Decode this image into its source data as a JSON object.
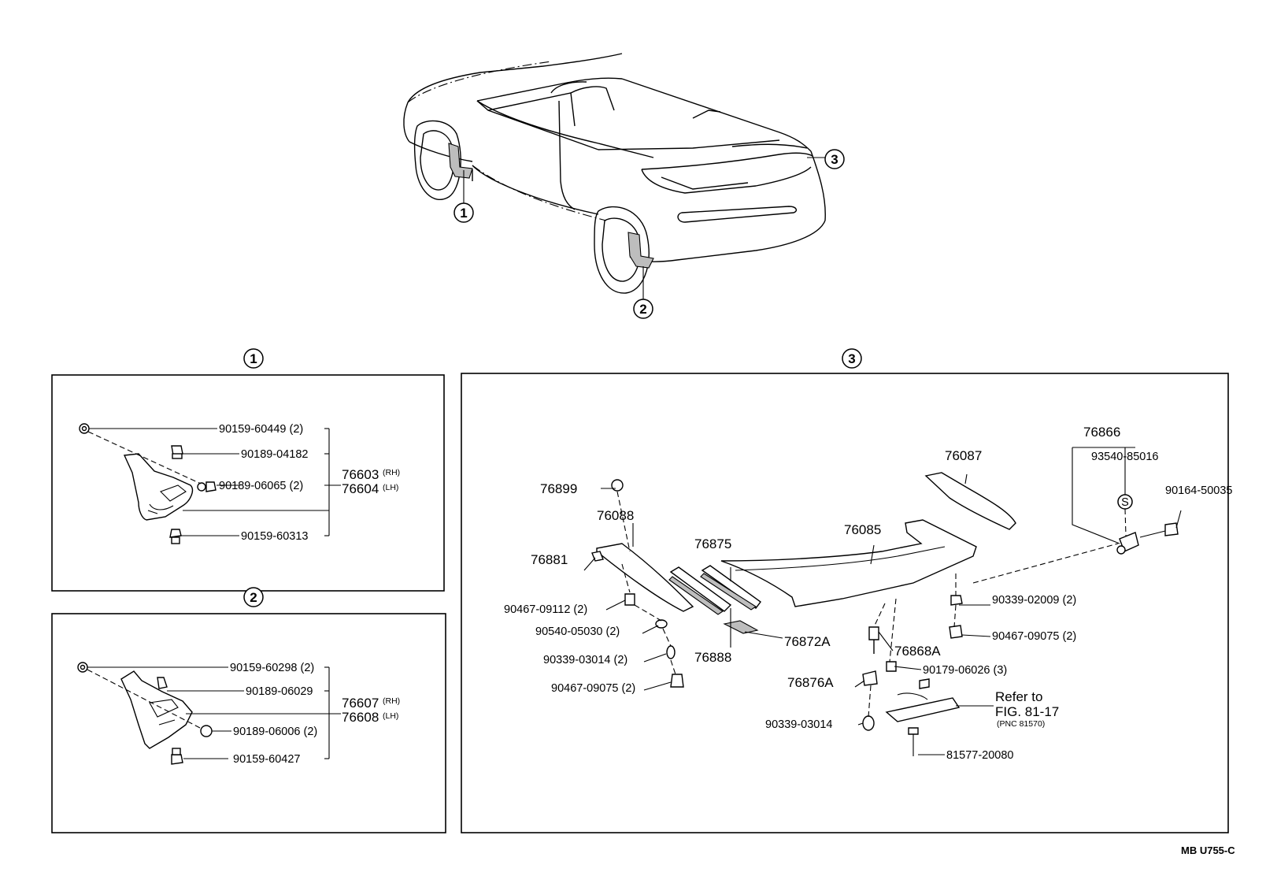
{
  "callouts": [
    "1",
    "2",
    "3"
  ],
  "panel1": {
    "parts": [
      {
        "no": "90159-60449",
        "qty": "(2)"
      },
      {
        "no": "90189-04182",
        "qty": ""
      },
      {
        "no": "90189-06065",
        "qty": "(2)"
      },
      {
        "no": "90159-60313",
        "qty": ""
      }
    ],
    "assy": [
      {
        "no": "76603",
        "side": "(RH)"
      },
      {
        "no": "76604",
        "side": "(LH)"
      }
    ]
  },
  "panel2": {
    "parts": [
      {
        "no": "90159-60298",
        "qty": "(2)"
      },
      {
        "no": "90189-06029",
        "qty": ""
      },
      {
        "no": "90189-06006",
        "qty": "(2)"
      },
      {
        "no": "90159-60427",
        "qty": ""
      }
    ],
    "assy": [
      {
        "no": "76607",
        "side": "(RH)"
      },
      {
        "no": "76608",
        "side": "(LH)"
      }
    ]
  },
  "panel3": {
    "labels": {
      "p76899": "76899",
      "p76088": "76088",
      "p76881": "76881",
      "p90467_09112": "90467-09112 (2)",
      "p90540_05030": "90540-05030 (2)",
      "p90339_03014a": "90339-03014 (2)",
      "p90467_09075a": "90467-09075 (2)",
      "p76875": "76875",
      "p76888": "76888",
      "p76872A": "76872A",
      "p76085": "76085",
      "p76087": "76087",
      "p76866": "76866",
      "p93540": "93540-85016",
      "s_mark": "S",
      "p90164": "90164-50035",
      "p90339_02009": "90339-02009 (2)",
      "p90467_09075b": "90467-09075 (2)",
      "p76868A": "76868A",
      "p90179": "90179-06026 (3)",
      "p76876A": "76876A",
      "p90339_03014b": "90339-03014",
      "refer1": "Refer to",
      "refer2": "FIG. 81-17",
      "refer3": "(PNC 81570)",
      "p81577": "81577-20080"
    }
  },
  "footer": {
    "code": "MB U755-C"
  }
}
